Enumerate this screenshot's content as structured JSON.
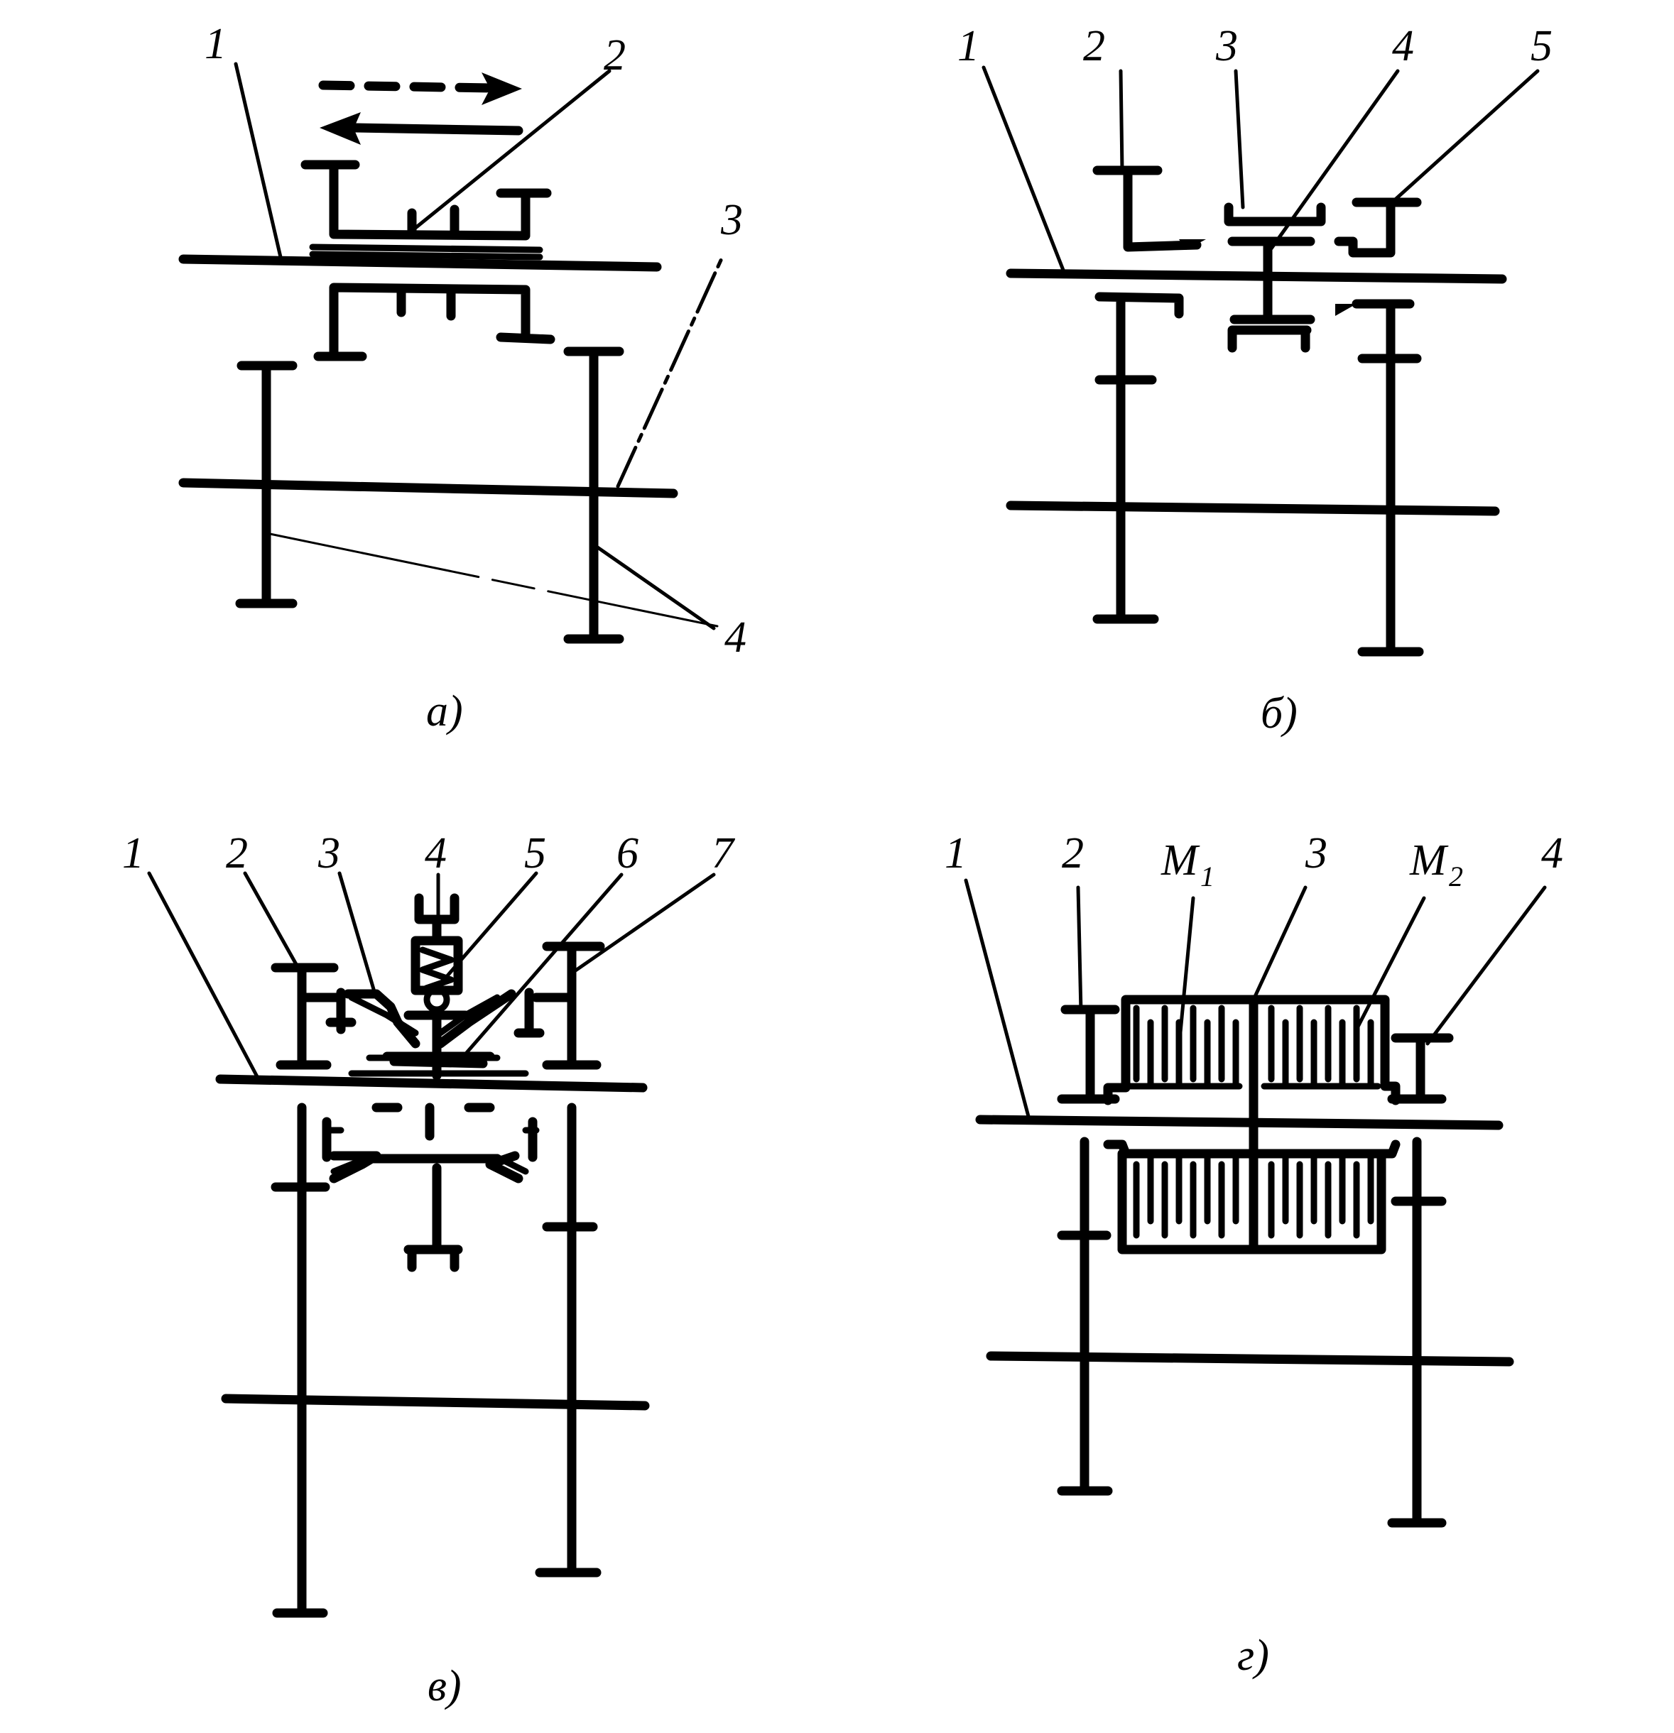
{
  "panels": {
    "a": {
      "caption": "а)",
      "labels": [
        "1",
        "2",
        "3",
        "4"
      ]
    },
    "b": {
      "caption": "б)",
      "labels": [
        "1",
        "2",
        "3",
        "4",
        "5"
      ]
    },
    "v": {
      "caption": "в)",
      "labels": [
        "1",
        "2",
        "3",
        "4",
        "5",
        "6",
        "7"
      ]
    },
    "g": {
      "caption": "г)",
      "labels": [
        "1",
        "2",
        "М",
        "1",
        "3",
        "М",
        "2",
        "4"
      ]
    }
  },
  "colors": {
    "ink": "#000000",
    "paper": "#ffffff"
  }
}
